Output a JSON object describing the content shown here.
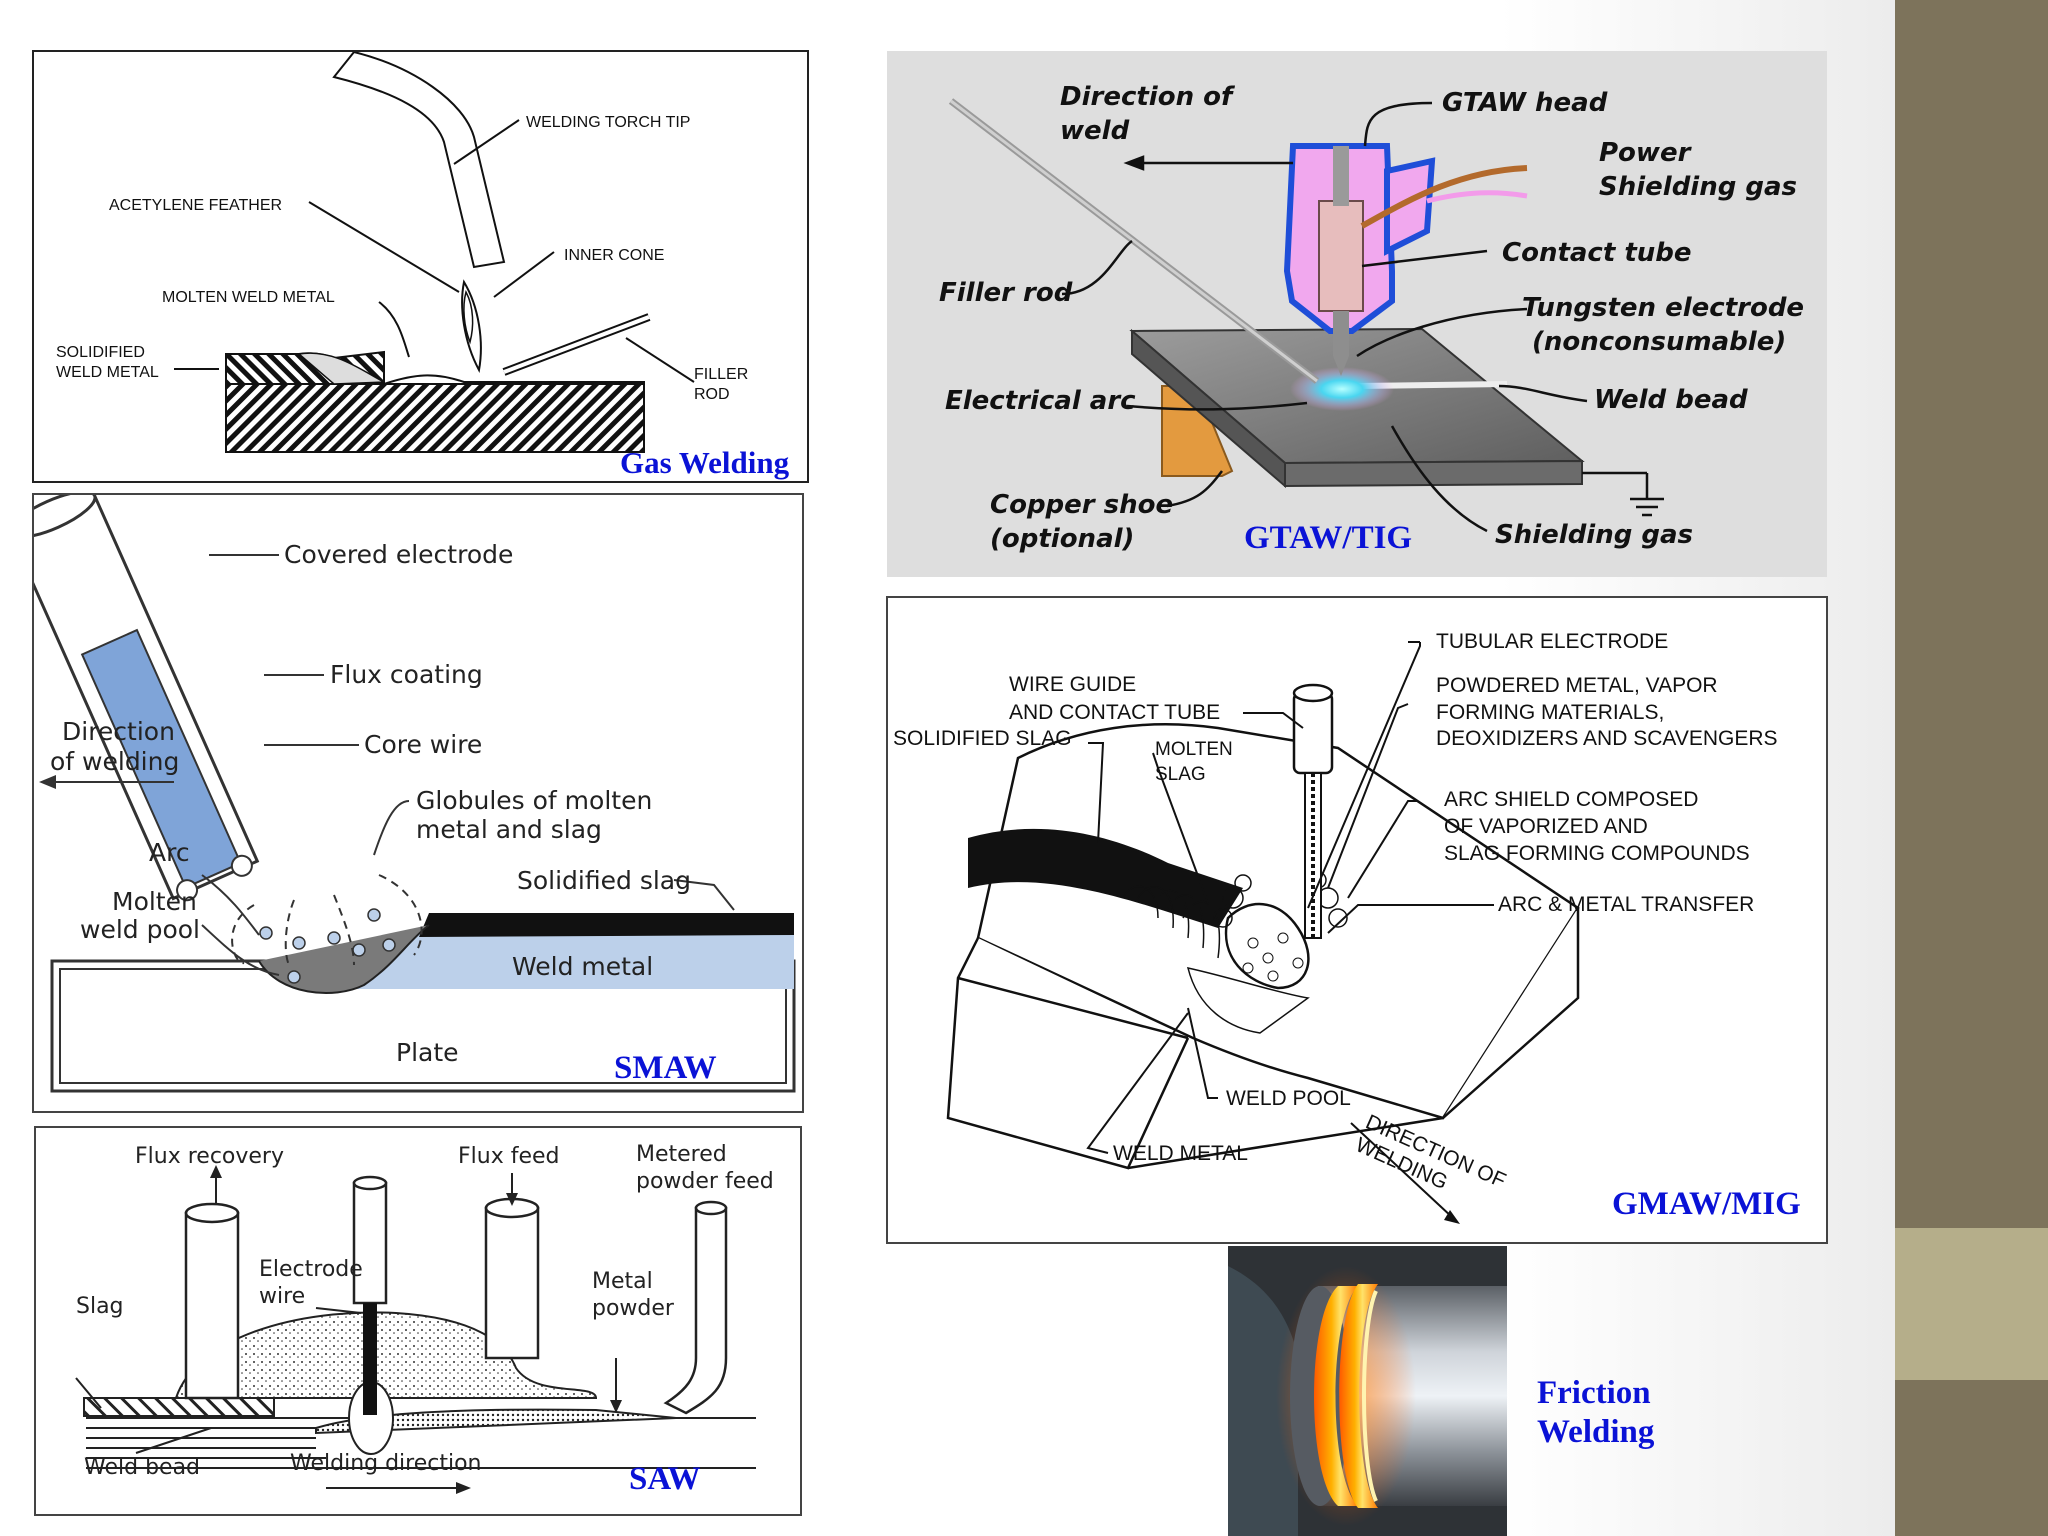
{
  "colors": {
    "title": "#0a12d6",
    "band_top": "#7d735b",
    "band_mid": "#b5ae8a",
    "band_bottom": "#7d735b",
    "gtaw_bg": "#dedede",
    "flux_blue": "#7fa4d8",
    "weld_light_blue": "#bcd0ea",
    "gtaw_pink": "#f1a8ee",
    "gtaw_blue": "#1f4ed8",
    "copper": "#e39a3f"
  },
  "gas_welding": {
    "title": "Gas Welding",
    "labels": {
      "torch_tip": "WELDING TORCH TIP",
      "acetylene": "ACETYLENE FEATHER",
      "inner_cone": "INNER CONE",
      "molten": "MOLTEN WELD METAL",
      "solid_1": "SOLIDIFIED",
      "solid_2": "WELD METAL",
      "filler_1": "FILLER",
      "filler_2": "ROD"
    }
  },
  "gtaw": {
    "title": "GTAW/TIG",
    "labels": {
      "direction_1": "Direction of",
      "direction_2": "weld",
      "head": "GTAW head",
      "power": "Power",
      "shield_gas_top": "Shielding gas",
      "contact_tube": "Contact tube",
      "tungsten_1": "Tungsten electrode",
      "tungsten_2": "(nonconsumable)",
      "filler_rod": "Filler rod",
      "arc": "Electrical arc",
      "weld_bead": "Weld bead",
      "copper_1": "Copper shoe",
      "copper_2": "(optional)",
      "shield_gas_bottom": "Shielding gas"
    }
  },
  "smaw": {
    "title": "SMAW",
    "labels": {
      "covered": "Covered electrode",
      "flux": "Flux coating",
      "core": "Core wire",
      "direction_1": "Direction",
      "direction_2": "of welding",
      "globules_1": "Globules of molten",
      "globules_2": "metal and slag",
      "arc": "Arc",
      "pool_1": "Molten",
      "pool_2": "weld pool",
      "slag": "Solidified slag",
      "weld_metal": "Weld metal",
      "plate": "Plate"
    }
  },
  "gmaw": {
    "title": "GMAW/MIG",
    "labels": {
      "tubular": "TUBULAR ELECTRODE",
      "guide_1": "WIRE GUIDE",
      "guide_2": "AND CONTACT TUBE",
      "powdered_1": "POWDERED METAL, VAPOR",
      "powdered_2": "FORMING MATERIALS,",
      "powdered_3": "DEOXIDIZERS AND SCAVENGERS",
      "solid_slag": "SOLIDIFIED SLAG",
      "molten_1": "MOLTEN",
      "molten_2": "SLAG",
      "shield_1": "ARC SHIELD COMPOSED",
      "shield_2": "OF VAPORIZED AND",
      "shield_3": "SLAG FORMING COMPOUNDS",
      "transfer": "ARC & METAL TRANSFER",
      "pool": "WELD POOL",
      "weld_metal": "WELD METAL",
      "dir_1": "DIRECTION OF",
      "dir_2": "WELDING"
    }
  },
  "saw": {
    "title": "SAW",
    "labels": {
      "recovery": "Flux recovery",
      "feed": "Flux feed",
      "metered_1": "Metered",
      "metered_2": "powder feed",
      "electrode_1": "Electrode",
      "electrode_2": "wire",
      "slag": "Slag",
      "metal_1": "Metal",
      "metal_2": "powder",
      "bead": "Weld bead",
      "direction": "Welding direction"
    }
  },
  "friction": {
    "title_1": "Friction",
    "title_2": "Welding"
  }
}
